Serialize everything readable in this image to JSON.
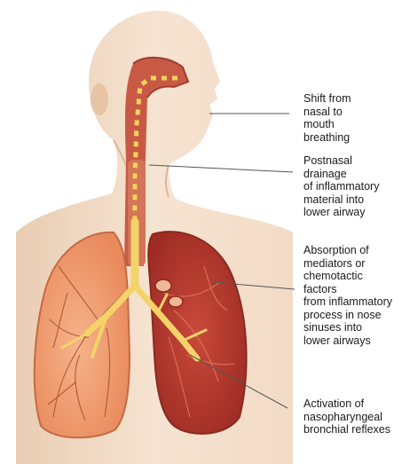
{
  "labels": [
    "Shift from\nnasal to\nmouth\nbreathing",
    "Postnasal\ndrainage\nof inflammatory\nmaterial into\nlower airway",
    "Absorption of\nmediators or\nchemotactic\nfactors\nfrom inflammatory\nprocess in nose\nsinuses into\nlower airways",
    "Activation of\nnasopharyngeal\nbronchial reflexes"
  ],
  "colors": {
    "skin": "#f3ddc9",
    "skin_shadow": "#e6c6ab",
    "airway": "#c84f3a",
    "lung_left": "#f0a679",
    "lung_right": "#b83a2e",
    "bronchi": "#f3d36a",
    "leader_line": "#555555"
  }
}
